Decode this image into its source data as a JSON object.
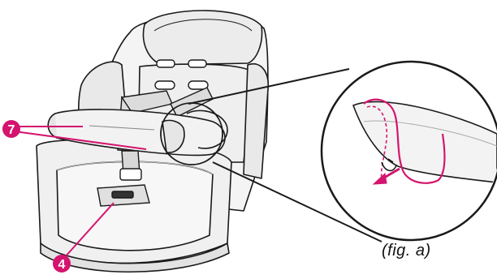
{
  "callouts": [
    {
      "number": "7",
      "target": "armrest-bar"
    },
    {
      "number": "4",
      "target": "crotch-buckle"
    }
  ],
  "caption": "(fig. a)",
  "colors": {
    "accent": "#d4146e",
    "line": "#1a1a1a",
    "fabric_shade": "#e4e4e4",
    "fabric_light": "#f3f3f3"
  }
}
